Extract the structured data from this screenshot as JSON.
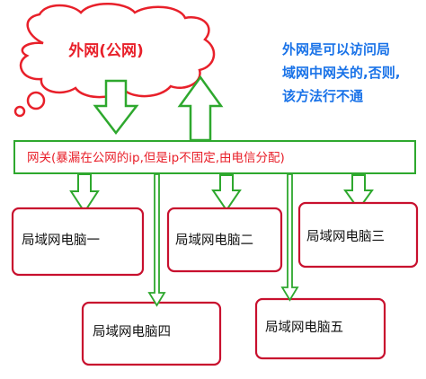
{
  "cloud": {
    "label": "外网(公网)"
  },
  "note": {
    "lines": [
      "外网是可以访问局",
      "域网中网关的,否则,",
      "该方法行不通"
    ]
  },
  "gateway": {
    "label": "网关(暴漏在公网的ip,但是ip不固定,由电信分配)"
  },
  "computers": [
    {
      "label": "局域网电脑一"
    },
    {
      "label": "局域网电脑二"
    },
    {
      "label": "局域网电脑三"
    },
    {
      "label": "局域网电脑四"
    },
    {
      "label": "局域网电脑五"
    }
  ],
  "colors": {
    "cloud_border": "#e8202a",
    "box_border": "#c8102e",
    "arrow": "#2ea82e",
    "note_text": "#1a73e8",
    "label_red": "#e8202a"
  }
}
